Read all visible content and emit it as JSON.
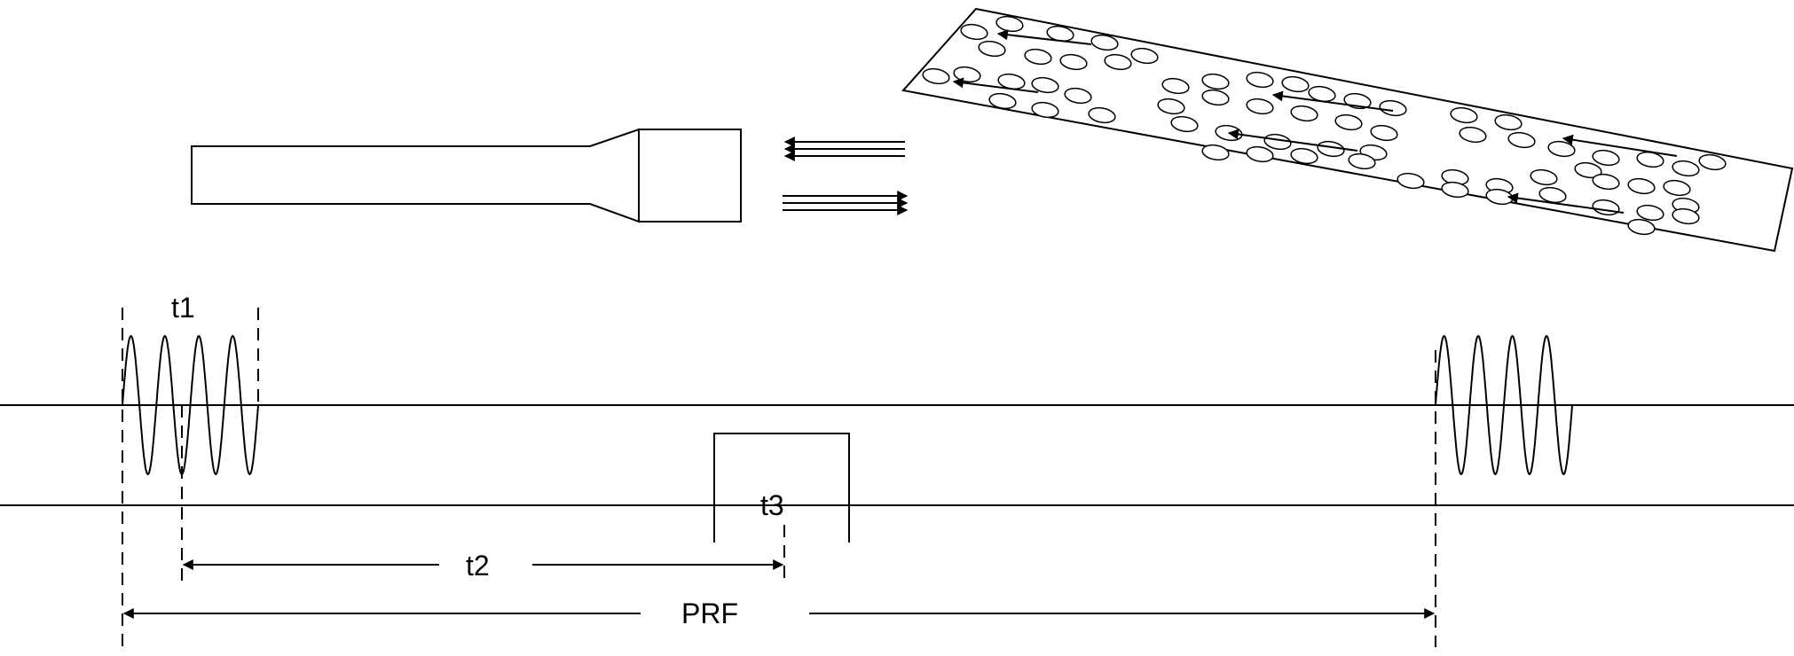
{
  "labels": {
    "t1": "t1",
    "t2": "t2",
    "t3": "t3",
    "prf": "PRF"
  },
  "colors": {
    "line": "#000000",
    "background": "#ffffff"
  }
}
